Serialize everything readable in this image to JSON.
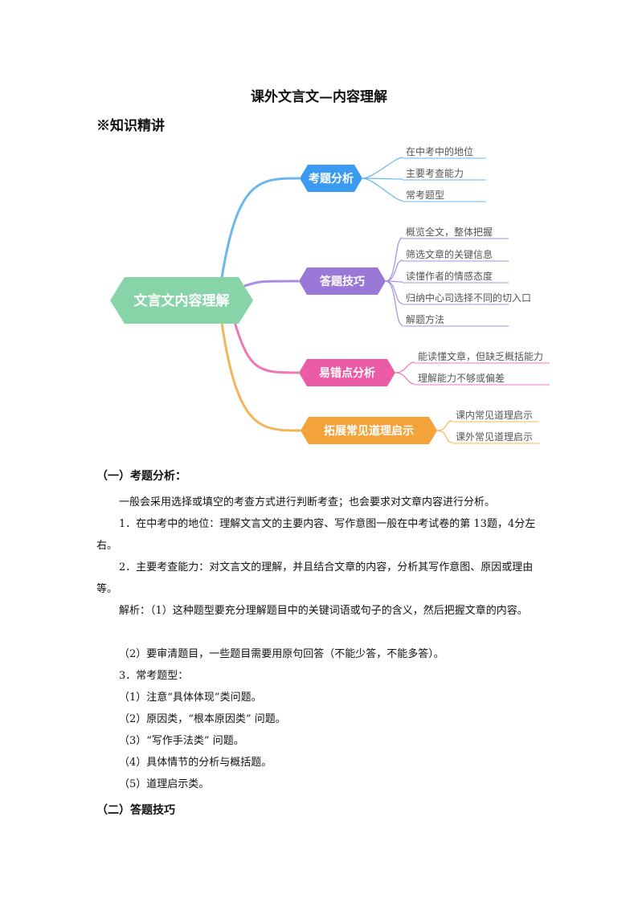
{
  "doc": {
    "title": "课外文言文—内容理解",
    "section": "※知识精讲"
  },
  "mindmap": {
    "center": "文言文内容理解",
    "branches": [
      {
        "label": "考题分析",
        "color": "#3b9bf0",
        "line": "#6ab6ef",
        "items": [
          "在中考中的地位",
          "主要考查能力",
          "常考题型"
        ]
      },
      {
        "label": "答题技巧",
        "color": "#9a78d8",
        "line": "#a88ee0",
        "items": [
          "概览全文，整体把握",
          "筛选文章的关键信息",
          "读懂作者的情感态度",
          "归纳中心司选择不同的切入口",
          "解题方法"
        ]
      },
      {
        "label": "易错点分析",
        "color": "#ec5ca6",
        "line": "#ec78b4",
        "items": [
          "能读懂文章，但缺乏概括能力",
          "理解能力不够或偏差"
        ]
      },
      {
        "label": "拓展常见道理启示",
        "color": "#f3a33a",
        "line": "#f2b65a",
        "items": [
          "课内常见道理启示",
          "课外常见道理启示"
        ]
      }
    ]
  },
  "part1": {
    "heading": "（一）考题分析：",
    "intro": "一般会采用选择或填空的考查方式进行判断考查；也会要求对文章内容进行分析。",
    "item1": "1．在中考中的地位：理解文言文的主要内容、写作意图一般在中考试卷的第 13题，4分左右。",
    "item2": "2．主要考查能力：对文言文的理解，并且结合文章的内容，分析其写作意图、原因或理由等。",
    "analysis1": "解析：（1）这种题型要充分理解题目中的关键词语或句子的含义，然后把握文章的内容。",
    "analysis2": "（2）要审清题目，一些题目需要用原句回答（不能少答，不能多答）。",
    "item3": "3．常考题型：",
    "types": [
      "（1）注意“具体体现”类问题。",
      "（2）原因类，“根本原因类” 问题。",
      "（3）“写作手法类” 问题。",
      "（4）具体情节的分析与概括题。",
      "（5）道理启示类。"
    ]
  },
  "part2": {
    "heading": "（二）答题技巧"
  }
}
